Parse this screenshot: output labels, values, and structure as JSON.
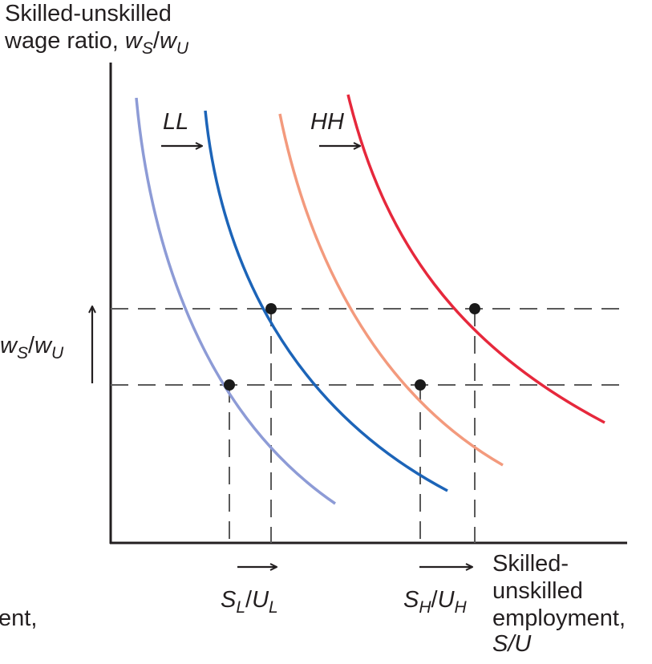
{
  "y_axis_label": {
    "line1": "Skilled-unskilled",
    "line2_prefix": "wage ratio, ",
    "w": "w",
    "sub_s": "S",
    "slash": "/",
    "sub_u": "U"
  },
  "x_axis_label": {
    "line1": "Skilled-",
    "line2": "unskilled",
    "line3": "employment,",
    "line4": "S/U"
  },
  "curve_labels": {
    "low": "LL",
    "high": "HH"
  },
  "wage_shift_label": {
    "w": "w",
    "sub_s": "S",
    "slash": "/",
    "sub_u": "U"
  },
  "tick_labels": {
    "low": {
      "s": "S",
      "u": "U",
      "slash": "/",
      "sub": "L"
    },
    "high": {
      "s": "S",
      "u": "U",
      "slash": "/",
      "sub": "H"
    }
  },
  "clipped_left_text": "ent,",
  "colors": {
    "axis": "#231f20",
    "dashed": "#5a5a5a",
    "demand_low": "#8d9bd6",
    "supply_low": "#1c64b8",
    "demand_high": "#f39a7d",
    "supply_high": "#e6283c",
    "point": "#1a1a1a"
  }
}
